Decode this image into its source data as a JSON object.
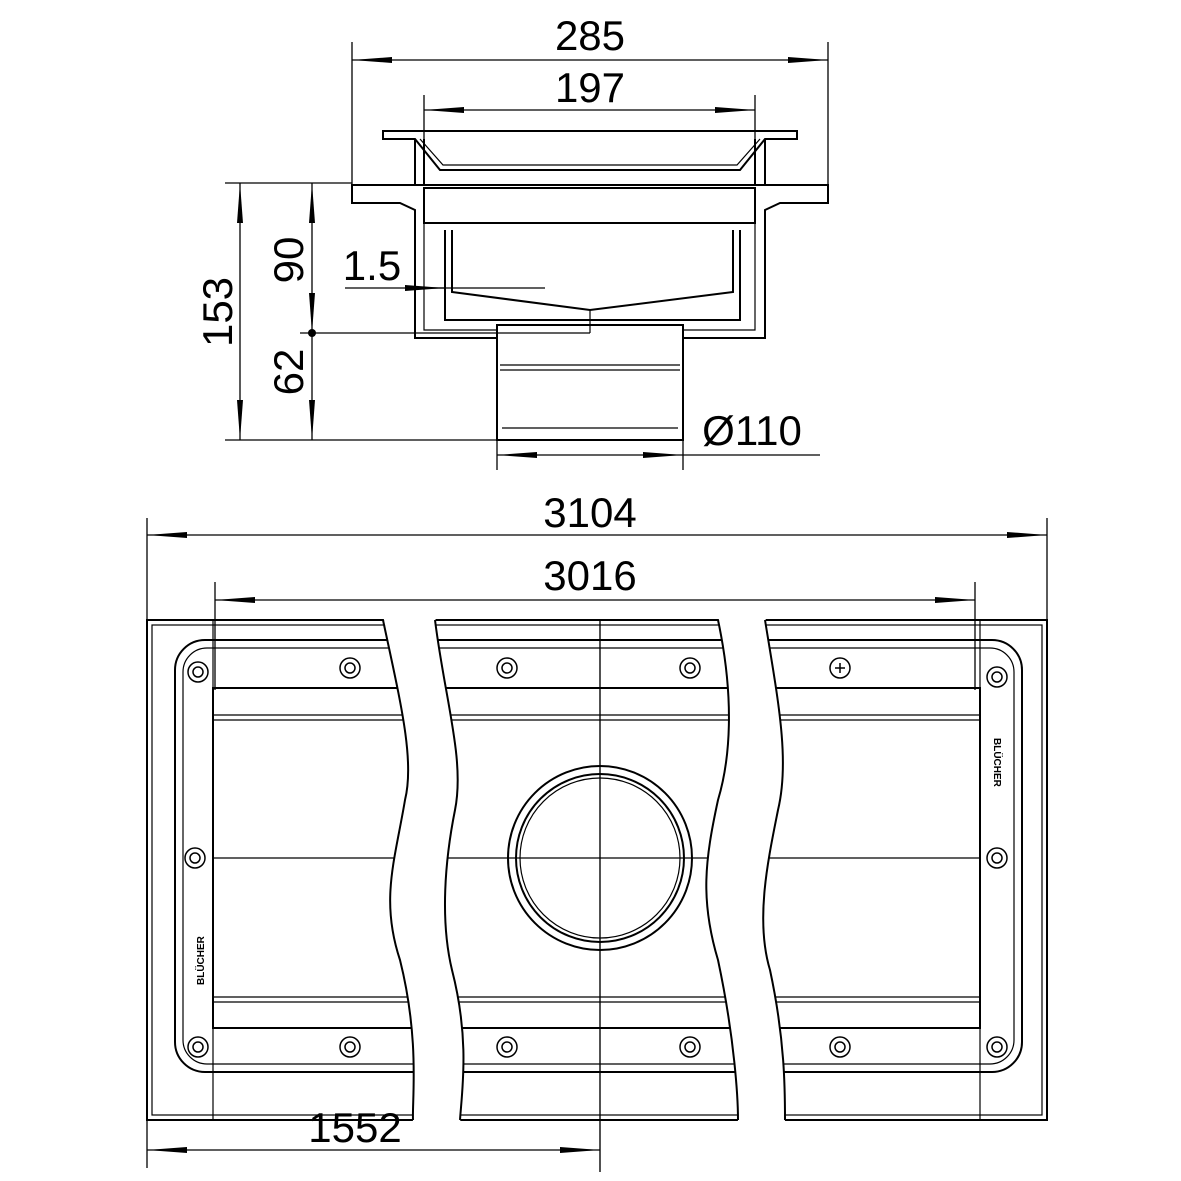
{
  "section_view": {
    "dim_overall_width": "285",
    "dim_grate_width": "197",
    "dim_total_height": "153",
    "dim_body_height": "90",
    "dim_thickness": "1.5",
    "dim_outlet_height": "62",
    "dim_outlet_diameter": "Ø110"
  },
  "plan_view": {
    "dim_overall_length": "3104",
    "dim_inner_length": "3016",
    "dim_outlet_position": "1552",
    "logo_text": "BLÜCHER"
  }
}
